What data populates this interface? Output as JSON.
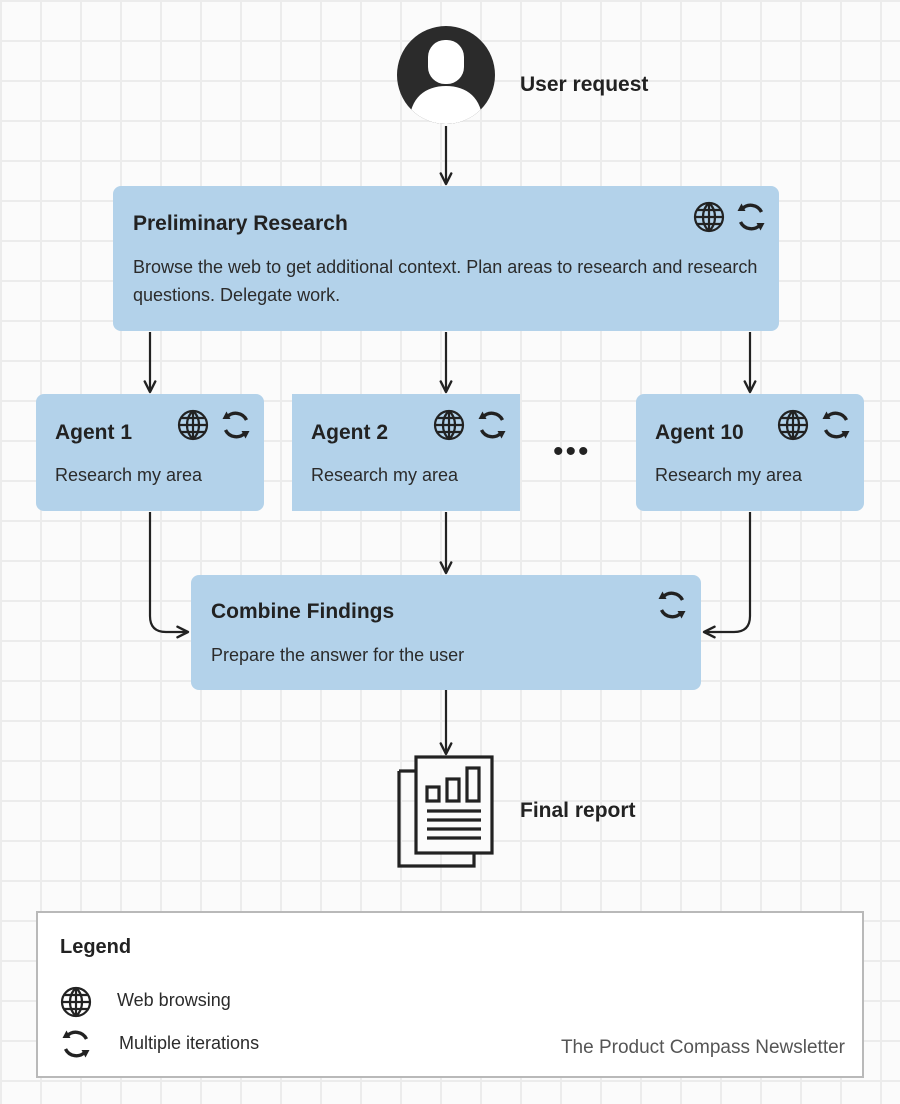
{
  "user_node": {
    "label": "User request",
    "icon": "user-icon"
  },
  "preliminary": {
    "title": "Preliminary Research",
    "text": "Browse the web to get additional context. Plan areas to research and research questions. Delegate work.",
    "icons": [
      "globe-icon",
      "cycle-icon"
    ]
  },
  "agents": [
    {
      "title": "Agent 1",
      "text": "Research my area"
    },
    {
      "title": "Agent 2",
      "text": "Research my area"
    },
    {
      "title": "Agent 10",
      "text": "Research my area"
    }
  ],
  "ellipsis": "•••",
  "combine": {
    "title": "Combine Findings",
    "text": "Prepare the answer for the user",
    "icons": [
      "cycle-icon"
    ]
  },
  "final": {
    "label": "Final report",
    "icon": "report-icon"
  },
  "legend": {
    "title": "Legend",
    "items": [
      {
        "icon": "globe-icon",
        "label": "Web browsing"
      },
      {
        "icon": "cycle-icon",
        "label": "Multiple iterations"
      }
    ],
    "credit": "The Product Compass Newsletter"
  },
  "colors": {
    "box": "#b3d2ea",
    "stroke": "#222222",
    "grid": "#ececec"
  }
}
